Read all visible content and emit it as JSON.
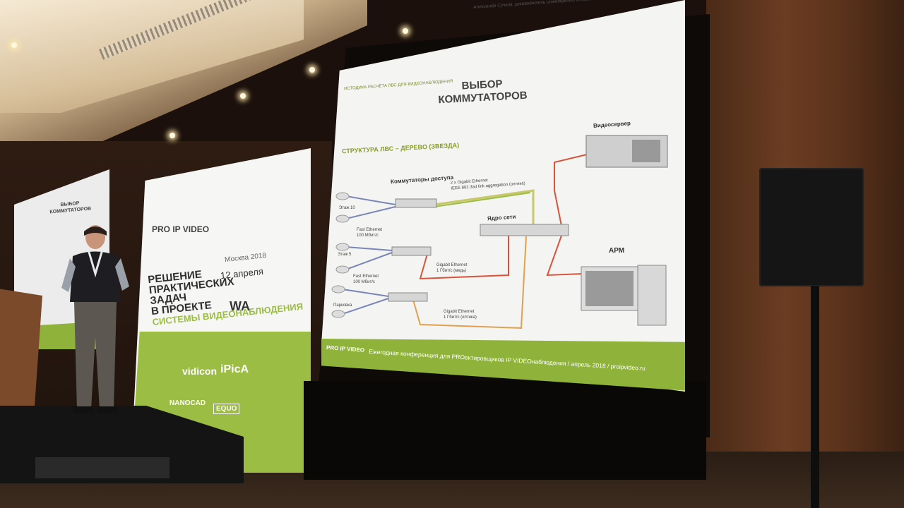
{
  "slide": {
    "title_line1": "ВЫБОР",
    "title_line2": "КОММУТАТОРОВ",
    "subtitle": "СТРУКТУРА ЛВС – ДЕРЕВО (ЗВЕЗДА)",
    "header_strip": "ИСТОДИКА РАСЧЁТА ЛВС ДЛЯ ВИДЕОНАБЛЮДЕНИЯ",
    "author": "Александр Сучков, руководитель инженерного отдела компании",
    "labels": {
      "access_switches": "Коммутаторы доступа",
      "core": "Ядро сети",
      "video_server": "Видеосервер",
      "workstation": "АРМ",
      "floor10": "Этаж 10",
      "floor5": "Этаж 5",
      "parking": "Парковка",
      "fast_eth_1": "Fast Ethernet",
      "fast_eth_1b": "100 Мбит/с",
      "fast_eth_2": "Fast Ethernet",
      "fast_eth_2b": "100 Мбит/с",
      "gig_agg_1": "2 x Gigabit Ethernet",
      "gig_agg_2": "IEEE 802.3ad link aggregation  (оптика)",
      "gig_copper_1": "Gigabit Ethernet",
      "gig_copper_2": "1 Гбит/с  (медь)",
      "gig_fiber_1": "Gigabit Ethernet",
      "gig_fiber_2": "1 Гбит/с  (оптика)"
    },
    "footer": {
      "logo": "PRO IP VIDEO",
      "text": "Ежегодная конференция для PROектировщиков IP VIDEOнаблюдения  /  апрель 2018  /  proipvideo.ru"
    }
  },
  "left_screen": {
    "title_line1": "ВЫБОР",
    "title_line2": "КОММУТАТОРОВ"
  },
  "banner": {
    "logo": "PRO IP VIDEO",
    "heading_lines": [
      "РЕШЕНИЕ",
      "ПРАКТИЧЕСКИХ",
      "ЗАДАЧ",
      "В ПРОЕКТЕ",
      "СИСТЕМЫ ВИДЕОНАБЛЮДЕНИЯ"
    ],
    "city_year": "Москва 2018",
    "date": "12 апреля",
    "sponsors": [
      "vidicon",
      "iPicA",
      "NANOCAD",
      "EQUO"
    ]
  },
  "colors": {
    "slide_green": "#8fb33a",
    "fiber_line": "#c8c86a",
    "copper_line": "#d9533a",
    "fiber_orange": "#e0a050",
    "fast_eth_line": "#7a86b8"
  }
}
